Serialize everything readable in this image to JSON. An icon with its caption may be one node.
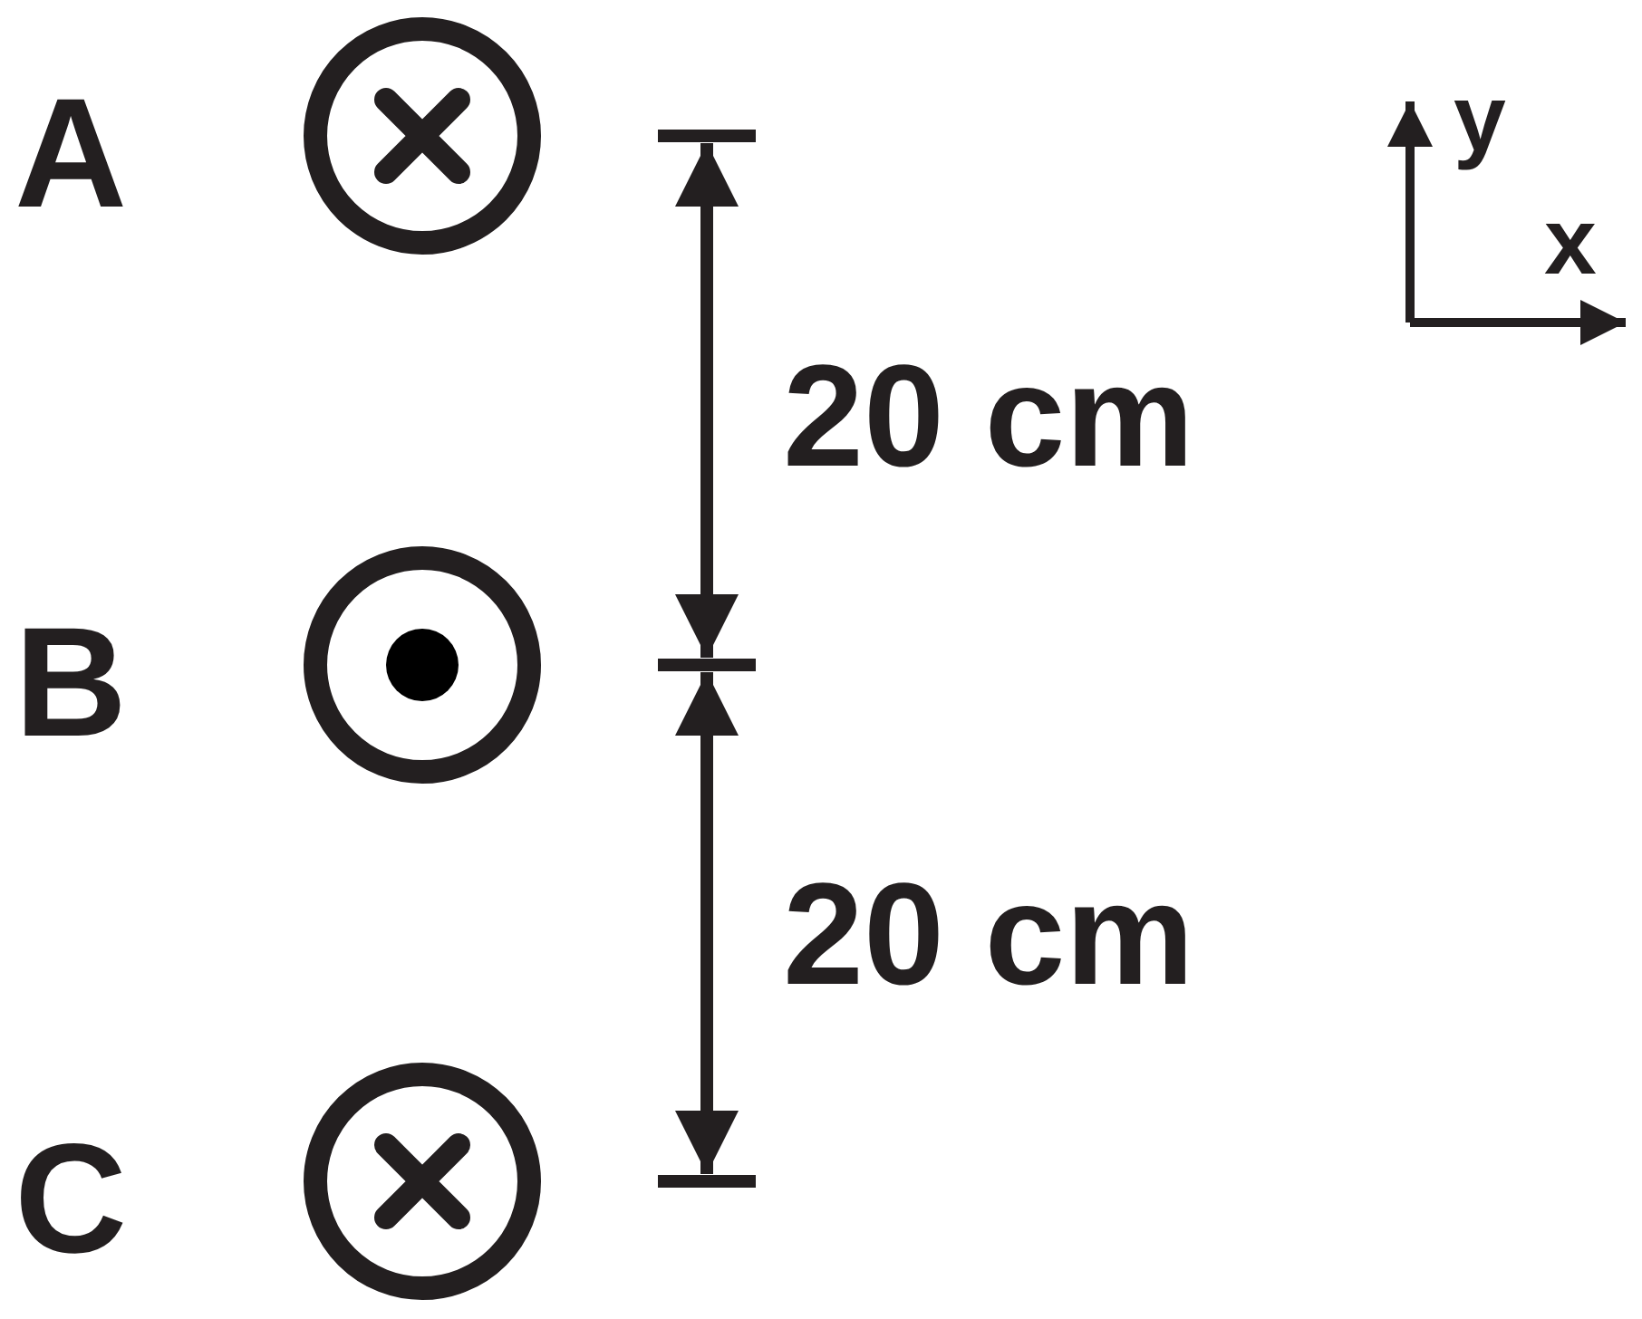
{
  "diagram": {
    "nodes": [
      {
        "text": [],
        "shape": "circle",
        "beside": [
          "A"
        ]
      },
      {
        "text": [],
        "shape": "circle",
        "beside": [
          "B"
        ]
      },
      {
        "text": [],
        "shape": "circle",
        "beside": [
          "C"
        ]
      }
    ],
    "labels": [
      "20 cm",
      "20 cm",
      "y",
      "x"
    ]
  }
}
